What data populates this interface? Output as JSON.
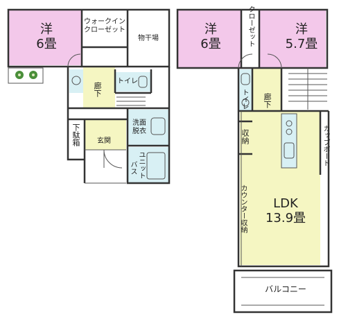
{
  "colors": {
    "western_room": "#f3c8ea",
    "ldk": "#f5f6c2",
    "corridor": "#f5f6c2",
    "wet_area": "#d8f0f4",
    "wall": "#333333",
    "plant": "#4a8f3a"
  },
  "floor1": {
    "room_western": {
      "name": "洋",
      "size": "6畳"
    },
    "walkin_closet": {
      "line1": "ウォークイン",
      "line2": "クローゼット"
    },
    "drying_area": "物干場",
    "toilet": "トイレ",
    "corridor": "廊下",
    "washroom": {
      "line1": "洗面",
      "line2": "脱衣"
    },
    "shoe_box": "下駄箱",
    "entrance": "玄関",
    "unit_bath": {
      "line1": "ユニット",
      "line2": "バス"
    }
  },
  "floor2": {
    "room_western_a": {
      "name": "洋",
      "size": "6畳"
    },
    "closet": "クローゼット",
    "room_western_b": {
      "name": "洋",
      "size": "5.7畳"
    },
    "toilet": "トイレ",
    "corridor": "廊下",
    "storage": "収納",
    "cupboard": "カップボード",
    "ldk": {
      "name": "LDK",
      "size": "13.9畳"
    },
    "counter_storage": "カウンター収納",
    "balcony": "バルコニー"
  }
}
